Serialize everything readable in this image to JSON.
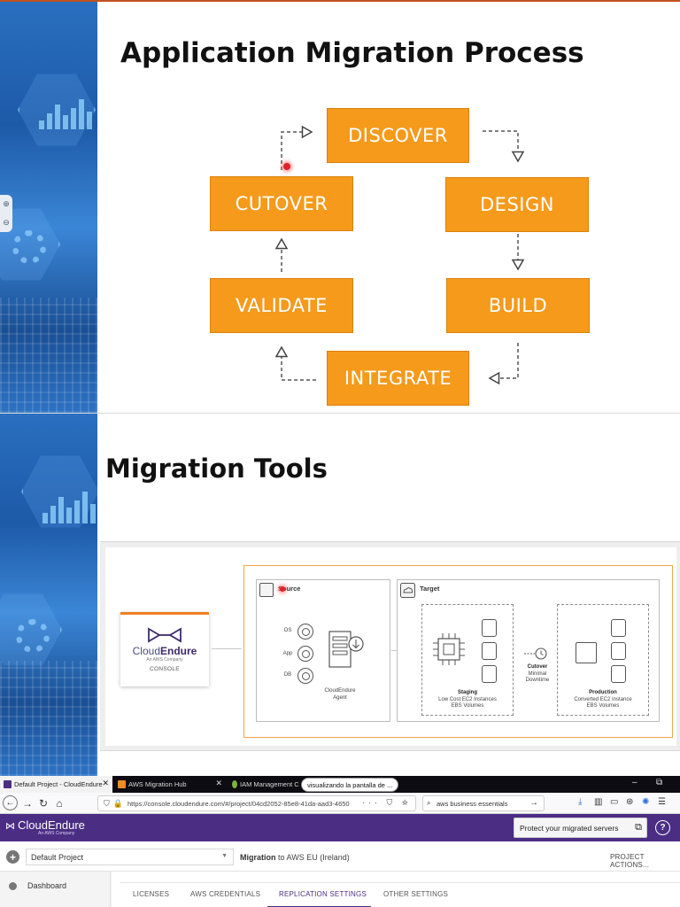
{
  "slide1": {
    "title": "Application Migration Process",
    "steps": {
      "discover": "DISCOVER",
      "design": "DESIGN",
      "build": "BUILD",
      "integrate": "INTEGRATE",
      "validate": "VALIDATE",
      "cutover": "CUTOVER"
    }
  },
  "slide2": {
    "title": "Migration Tools",
    "cloudendure_card": {
      "name_light": "Cloud",
      "name_bold": "Endure",
      "subtitle": "An AWS Company",
      "label": "CONSOLE"
    },
    "source": {
      "label": "Source",
      "items": [
        "OS",
        "App",
        "DB"
      ],
      "agent_line1": "CloudEndure",
      "agent_line2": "Agent"
    },
    "target": {
      "label": "Target",
      "staging_title": "Staging",
      "staging_line1": "Low Cost EC2 Instances",
      "staging_line2": "EBS Volumes",
      "cutover_title": "Cutover",
      "cutover_line1": "Minimal",
      "cutover_line2": "Downtime",
      "production_title": "Production",
      "production_line1": "Converted EC2 Instance",
      "production_line2": "EBS Volumes"
    }
  },
  "browser": {
    "tabs": [
      {
        "label": "Default Project - CloudEndure",
        "active": true
      },
      {
        "label": "AWS Migration Hub",
        "active": false
      },
      {
        "label": "IAM Management C",
        "active": false
      }
    ],
    "sharing_tooltip": "visualizando la pantalla de ...",
    "url": "https://console.cloudendure.com/#/project/04cd2052-85e8-41da-aad3-4650",
    "search_value": "aws business essentials",
    "colors": {
      "header_purple": "#4b2d84",
      "step_orange": "#f59a1b",
      "frame_orange": "#f2a64a"
    }
  },
  "app": {
    "logo_text": "CloudEndure",
    "logo_sub": "An AWS Company",
    "protect_button": "Protect your migrated servers",
    "help_label": "?",
    "project_selected": "Default Project",
    "migration_prefix": "Migration",
    "migration_rest": "to AWS EU (Ireland)",
    "project_actions": "PROJECT ACTIONS...",
    "sidebar_dashboard": "Dashboard",
    "settings_tabs": [
      "LICENSES",
      "AWS CREDENTIALS",
      "REPLICATION SETTINGS",
      "OTHER SETTINGS"
    ],
    "active_settings_tab": "REPLICATION SETTINGS"
  }
}
